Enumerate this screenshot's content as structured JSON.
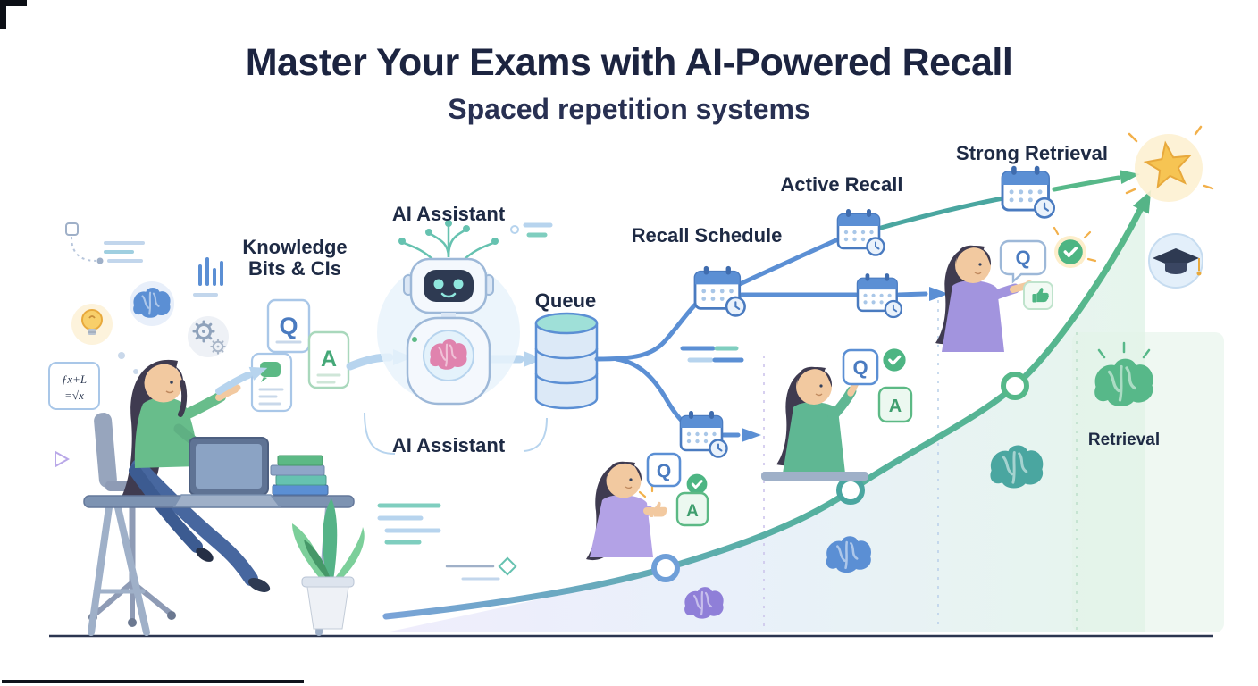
{
  "header": {
    "title": "Master Your Exams with AI-Powered Recall",
    "subtitle": "Spaced repetition systems"
  },
  "flow": {
    "knowledge_line1": "Knowledge",
    "knowledge_line2": "Bits & CIs",
    "ai_assistant_top": "AI Assistant",
    "ai_assistant_bottom": "AI Assistant",
    "queue": "Queue",
    "recall_schedule": "Recall Schedule",
    "active_recall": "Active Recall",
    "strong_retrieval": "Strong Retrieval",
    "retrieval": "Retrieval"
  },
  "cards": {
    "q": "Q",
    "a": "A"
  },
  "formula": {
    "line1": "ƒx+L",
    "line2": "=√x"
  },
  "icons": {
    "robot": "ai-robot",
    "database": "queue-database",
    "calendar": "calendar-with-clock",
    "star": "achievement-star",
    "graduation_cap": "graduation-cap",
    "brain": "brain",
    "lightbulb": "lightbulb",
    "gears": "gears",
    "check": "check-circle",
    "thumbs_up": "thumbs-up"
  },
  "colors": {
    "title_navy": "#1c2440",
    "accent_blue": "#5b8fd4",
    "accent_teal": "#4aa6a0",
    "accent_green": "#57b889",
    "accent_purple": "#8f7fd8",
    "star_gold": "#f6c453"
  }
}
